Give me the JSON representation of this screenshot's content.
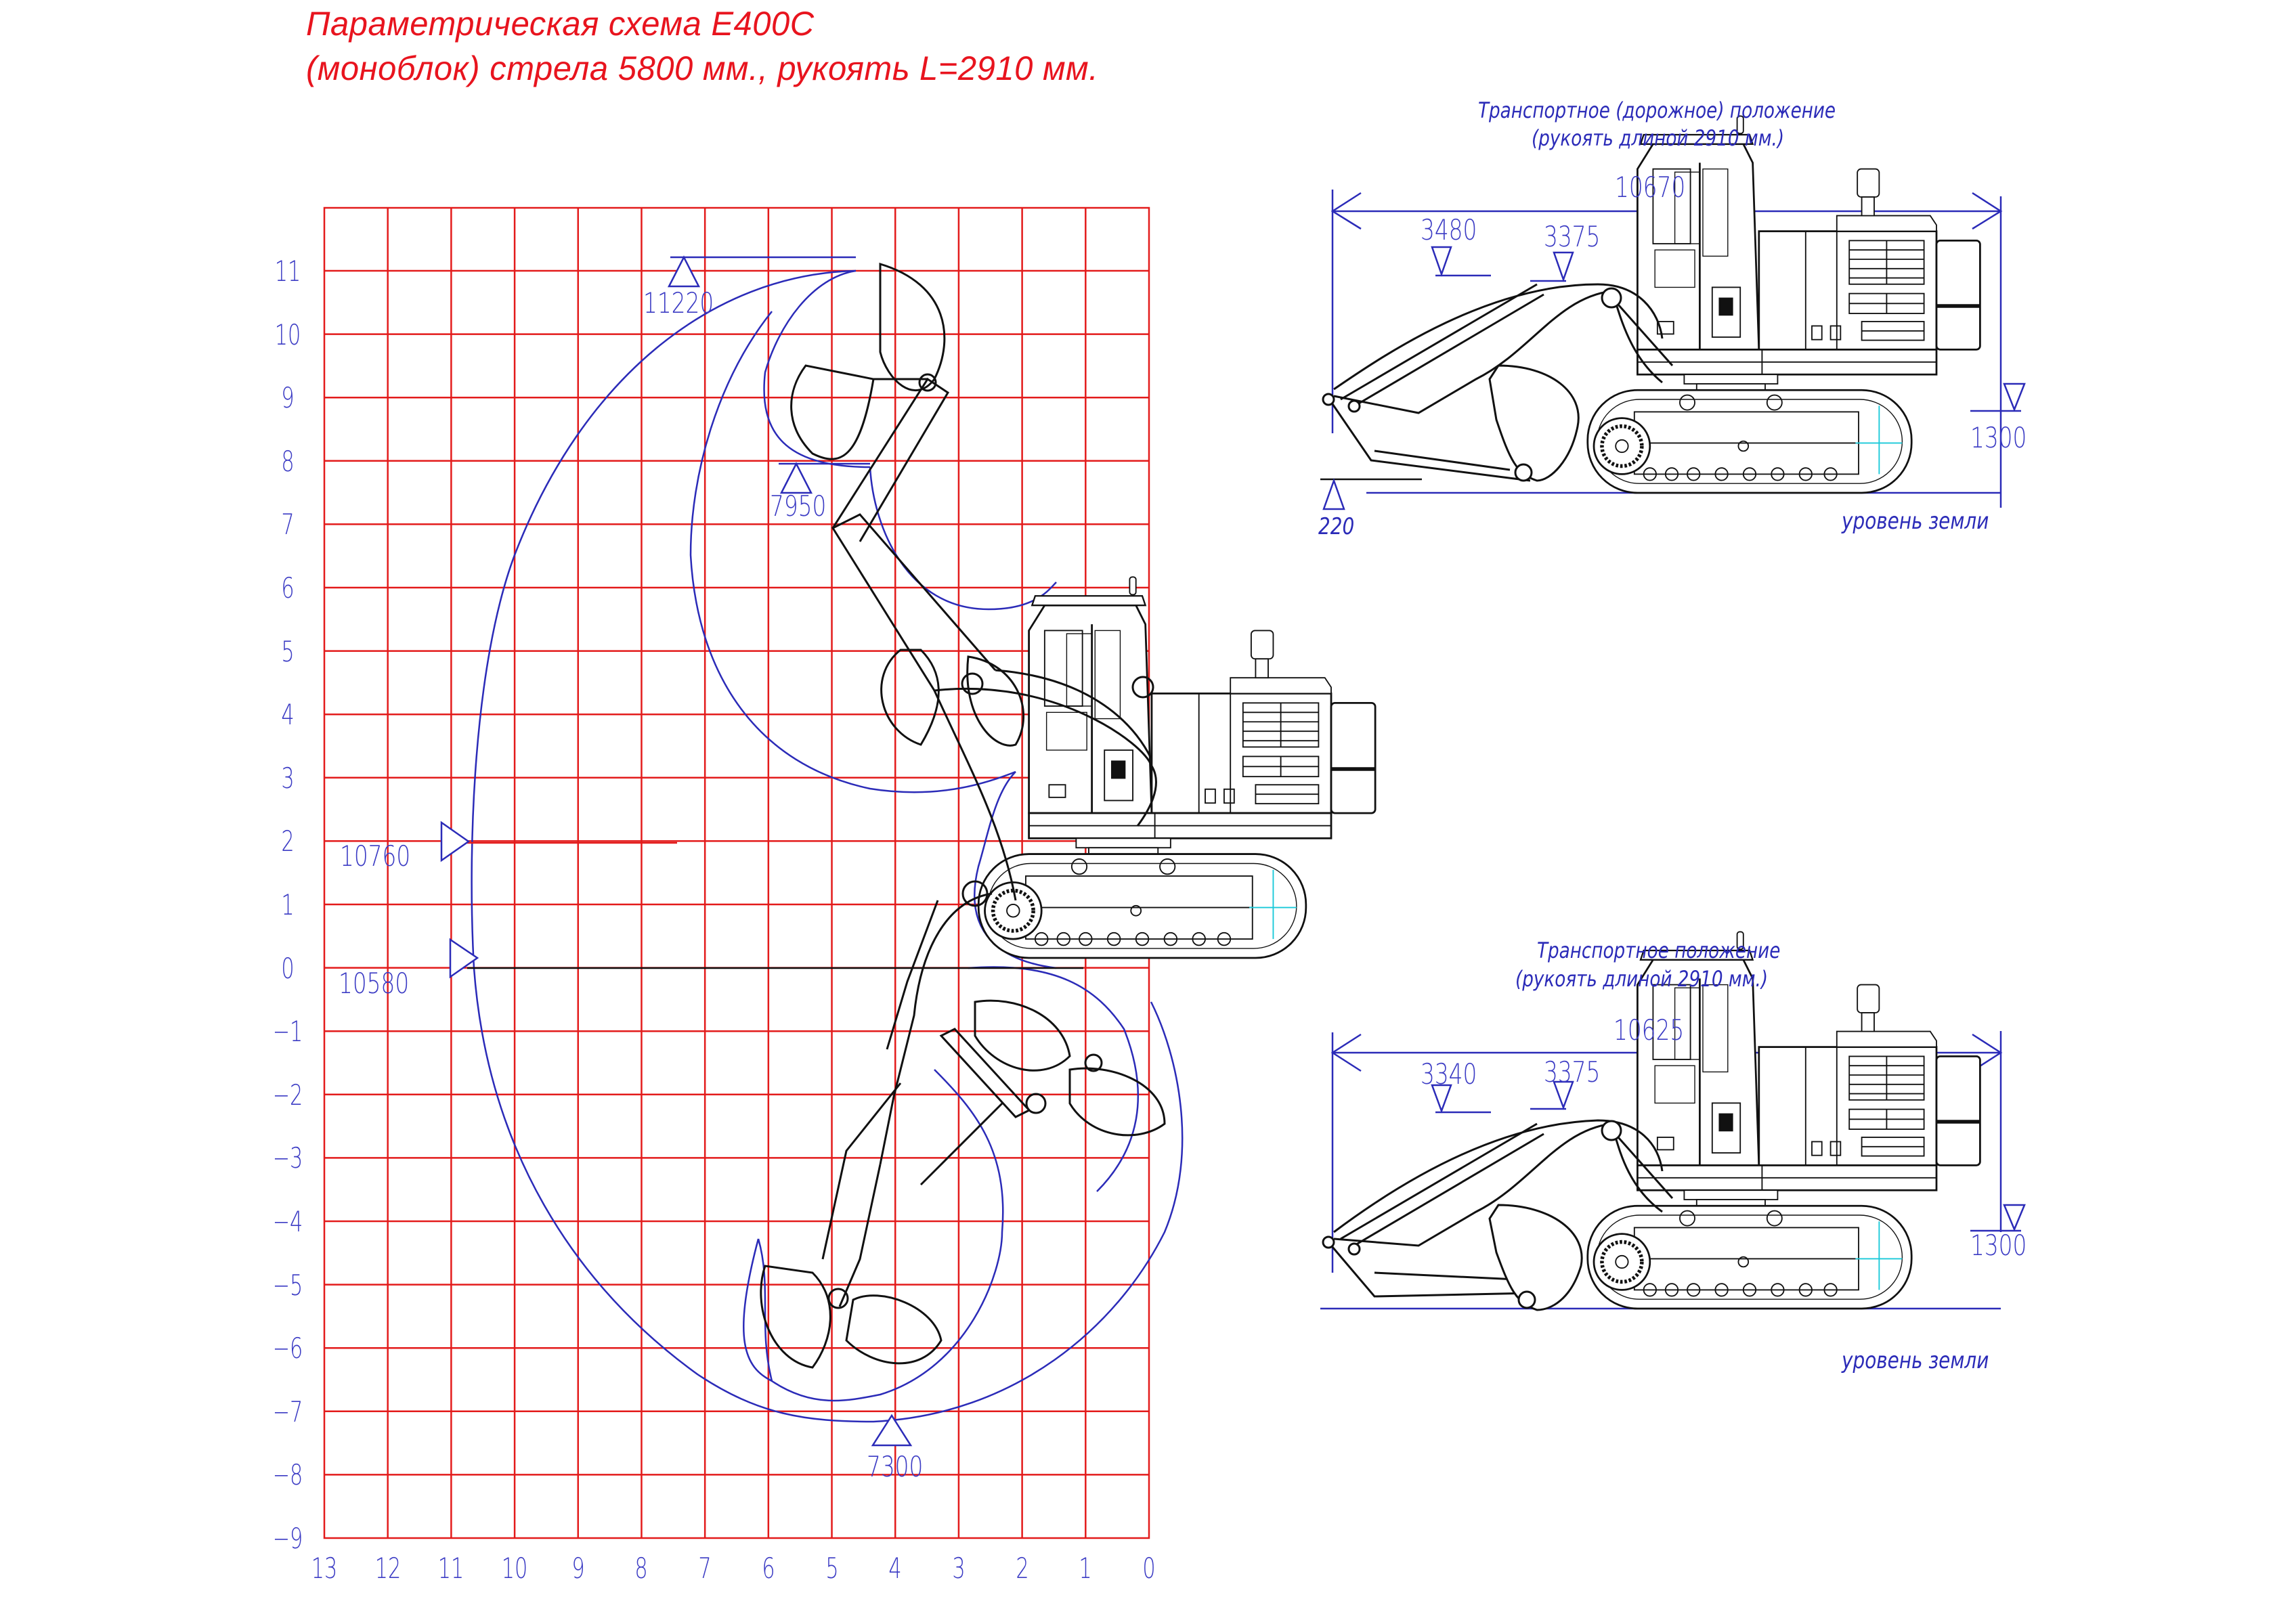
{
  "title": {
    "line1": "Параметрическая схема E400C",
    "line2": "(моноблок) стрела 5800 мм., рукоять L=2910 мм."
  },
  "colors": {
    "title": "#e8141e",
    "grid": "#e31b1b",
    "dimension": "#2b2bb8",
    "outline": "#111111",
    "accent": "#19c9d9"
  },
  "working_range": {
    "y_axis_labels": [
      "11",
      "10",
      "9",
      "8",
      "7",
      "6",
      "5",
      "4",
      "3",
      "2",
      "1",
      "0",
      "−1",
      "−2",
      "−3",
      "−4",
      "−5",
      "−6",
      "−7",
      "−8",
      "−9"
    ],
    "x_axis_labels": [
      "13",
      "12",
      "11",
      "10",
      "9",
      "8",
      "7",
      "6",
      "5",
      "4",
      "3",
      "2",
      "1",
      "0"
    ],
    "dimensions": {
      "max_cut_height": "11220",
      "max_dump_height": "7950",
      "max_reach": "10760",
      "max_reach_ground": "10580",
      "max_dig_depth": "7300"
    }
  },
  "transport_road": {
    "heading_line1": "Транспортное (дорожное) положение",
    "heading_line2": "(рукоять длиной 2910 мм.)",
    "overall_length": "10670",
    "boom_height": "3480",
    "cab_height": "3375",
    "counterweight_clearance": "1300",
    "bucket_above_ground": "220",
    "ground_label": "уровень земли"
  },
  "transport": {
    "heading_line1": "Транспортное положение",
    "heading_line2": "(рукоять длиной 2910 мм.)",
    "overall_length": "10625",
    "boom_height": "3340",
    "cab_height": "3375",
    "counterweight_clearance": "1300",
    "ground_label": "уровень земли"
  }
}
